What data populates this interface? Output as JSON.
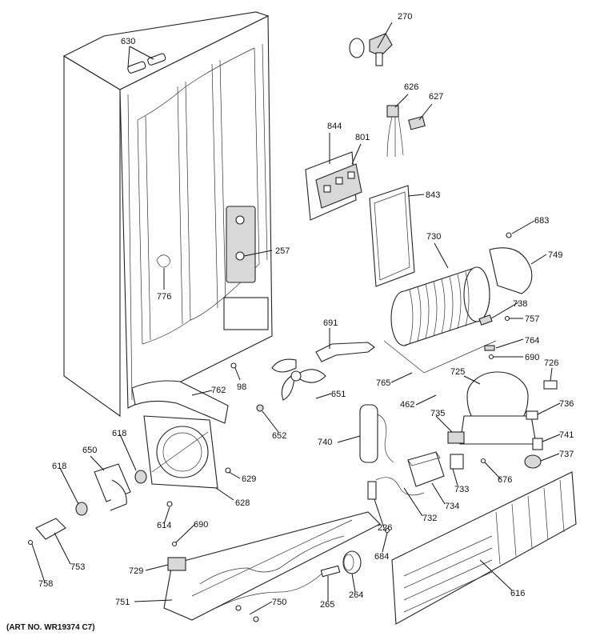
{
  "diagram": {
    "art_number": "(ART NO. WR19374 C7)",
    "callouts": [
      {
        "id": "c630",
        "label": "630"
      },
      {
        "id": "c270",
        "label": "270"
      },
      {
        "id": "c626",
        "label": "626"
      },
      {
        "id": "c627",
        "label": "627"
      },
      {
        "id": "c844",
        "label": "844"
      },
      {
        "id": "c801",
        "label": "801"
      },
      {
        "id": "c843",
        "label": "843"
      },
      {
        "id": "c683",
        "label": "683"
      },
      {
        "id": "c730",
        "label": "730"
      },
      {
        "id": "c749",
        "label": "749"
      },
      {
        "id": "c257",
        "label": "257"
      },
      {
        "id": "c776",
        "label": "776"
      },
      {
        "id": "c738",
        "label": "738"
      },
      {
        "id": "c757",
        "label": "757"
      },
      {
        "id": "c691",
        "label": "691"
      },
      {
        "id": "c764",
        "label": "764"
      },
      {
        "id": "c690a",
        "label": "690"
      },
      {
        "id": "c726",
        "label": "726"
      },
      {
        "id": "c725",
        "label": "725"
      },
      {
        "id": "c765",
        "label": "765"
      },
      {
        "id": "c98",
        "label": "98"
      },
      {
        "id": "c762",
        "label": "762"
      },
      {
        "id": "c651",
        "label": "651"
      },
      {
        "id": "c462",
        "label": "462"
      },
      {
        "id": "c736",
        "label": "736"
      },
      {
        "id": "c652",
        "label": "652"
      },
      {
        "id": "c735",
        "label": "735"
      },
      {
        "id": "c618a",
        "label": "618"
      },
      {
        "id": "c740",
        "label": "740"
      },
      {
        "id": "c741",
        "label": "741"
      },
      {
        "id": "c650",
        "label": "650"
      },
      {
        "id": "c737",
        "label": "737"
      },
      {
        "id": "c676",
        "label": "676"
      },
      {
        "id": "c618b",
        "label": "618"
      },
      {
        "id": "c629",
        "label": "629"
      },
      {
        "id": "c733",
        "label": "733"
      },
      {
        "id": "c628",
        "label": "628"
      },
      {
        "id": "c734",
        "label": "734"
      },
      {
        "id": "c614",
        "label": "614"
      },
      {
        "id": "c732",
        "label": "732"
      },
      {
        "id": "c690b",
        "label": "690"
      },
      {
        "id": "c226",
        "label": "226"
      },
      {
        "id": "c684",
        "label": "684"
      },
      {
        "id": "c729",
        "label": "729"
      },
      {
        "id": "c753",
        "label": "753"
      },
      {
        "id": "c758",
        "label": "758"
      },
      {
        "id": "c616",
        "label": "616"
      },
      {
        "id": "c751",
        "label": "751"
      },
      {
        "id": "c750",
        "label": "750"
      },
      {
        "id": "c265",
        "label": "265"
      },
      {
        "id": "c264",
        "label": "264"
      }
    ]
  }
}
